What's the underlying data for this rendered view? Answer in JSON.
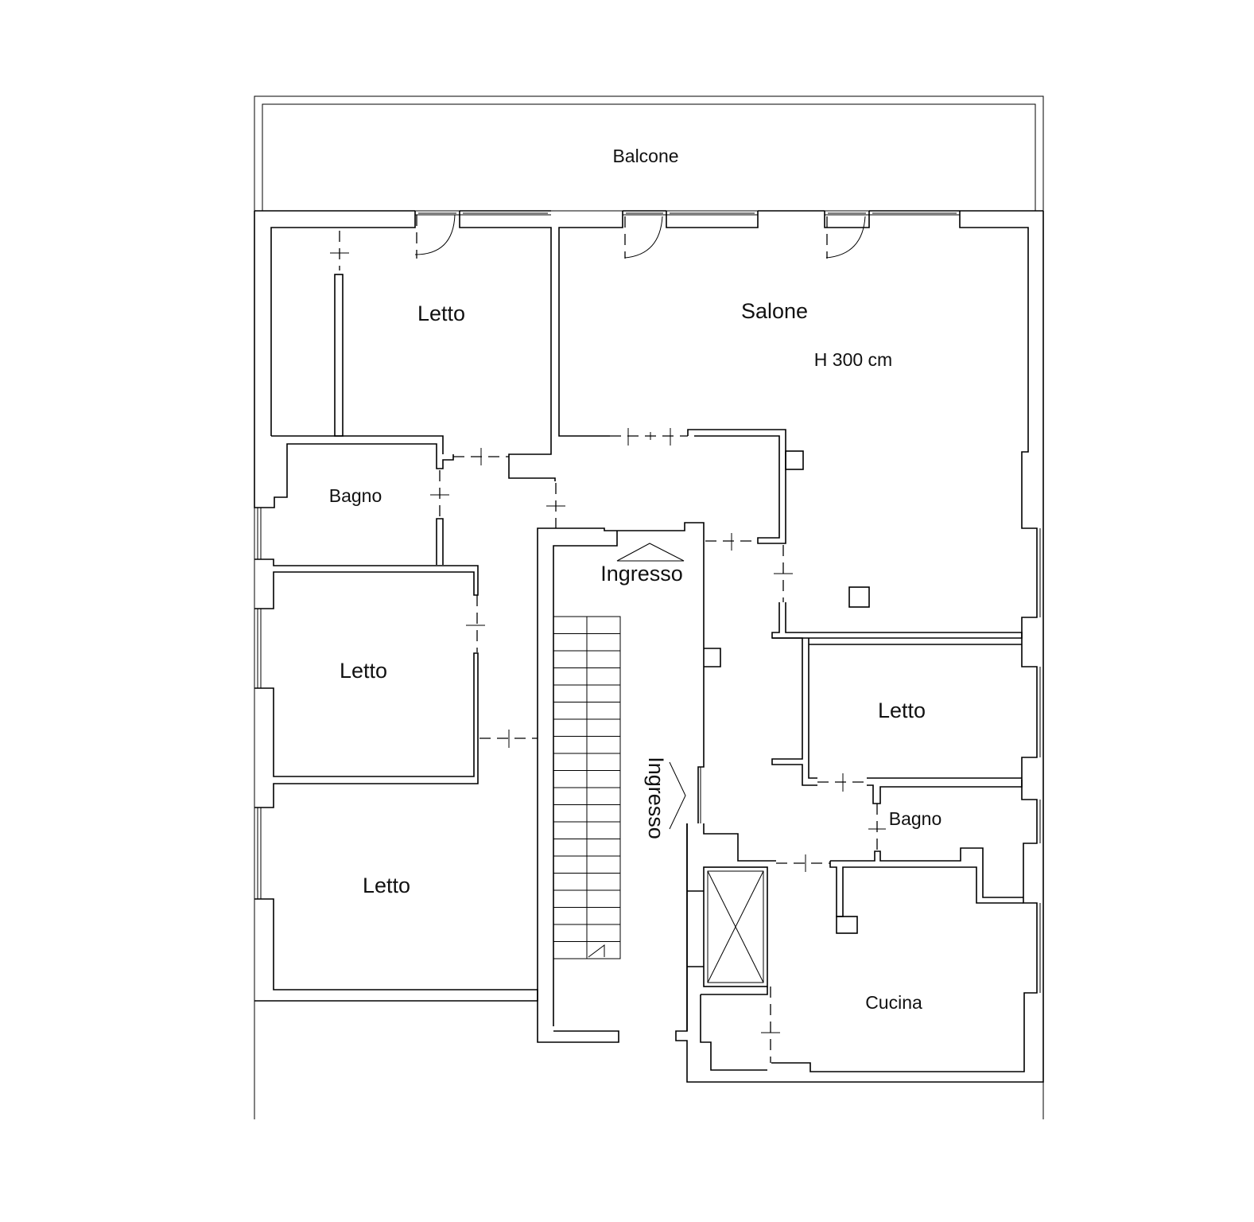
{
  "plan": {
    "line_color": "#000000",
    "background": "#ffffff",
    "ceiling_height": "H 300 cm",
    "rooms": [
      {
        "id": "balcone",
        "label": "Balcone"
      },
      {
        "id": "letto-1",
        "label": "Letto"
      },
      {
        "id": "salone",
        "label": "Salone"
      },
      {
        "id": "bagno-1",
        "label": "Bagno"
      },
      {
        "id": "ingresso-1",
        "label": "Ingresso"
      },
      {
        "id": "letto-2",
        "label": "Letto"
      },
      {
        "id": "letto-3",
        "label": "Letto"
      },
      {
        "id": "ingresso-2",
        "label": "Ingresso"
      },
      {
        "id": "letto-4",
        "label": "Letto"
      },
      {
        "id": "bagno-2",
        "label": "Bagno"
      },
      {
        "id": "cucina",
        "label": "Cucina"
      }
    ],
    "stair_steps": 20
  }
}
